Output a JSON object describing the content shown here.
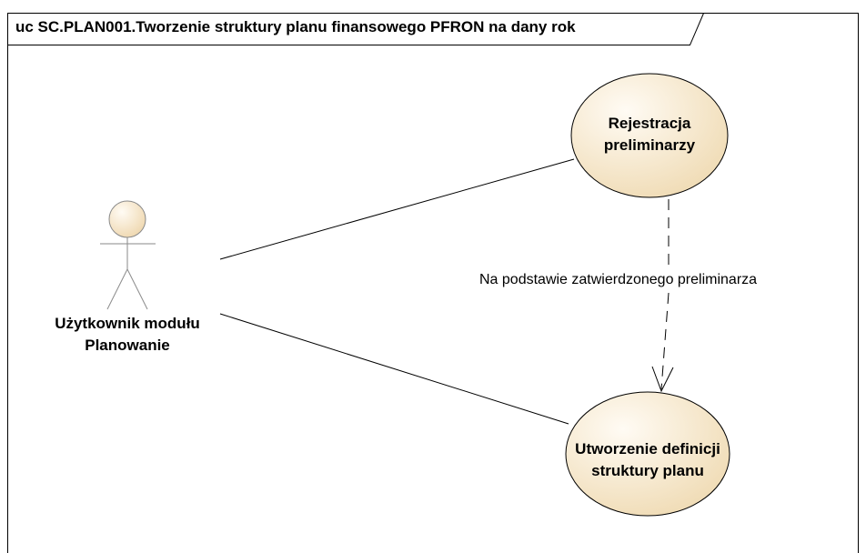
{
  "diagram": {
    "title": "uc SC.PLAN001.Tworzenie struktury planu finansowego PFRON na dany rok",
    "actor": {
      "name_line1": "Użytkownik modułu",
      "name_line2": "Planowanie"
    },
    "use_cases": [
      {
        "line1": "Rejestracja",
        "line2": "preliminarzy"
      },
      {
        "line1": "Utworzenie definicji",
        "line2": "struktury planu"
      }
    ],
    "dependency_label": "Na podstawie zatwierdzonego preliminarza",
    "colors": {
      "fill_light": "#fdf7ec",
      "fill_dark": "#f1dfbd",
      "stroke": "#000000",
      "actor_stroke": "#8a8a8a"
    }
  }
}
